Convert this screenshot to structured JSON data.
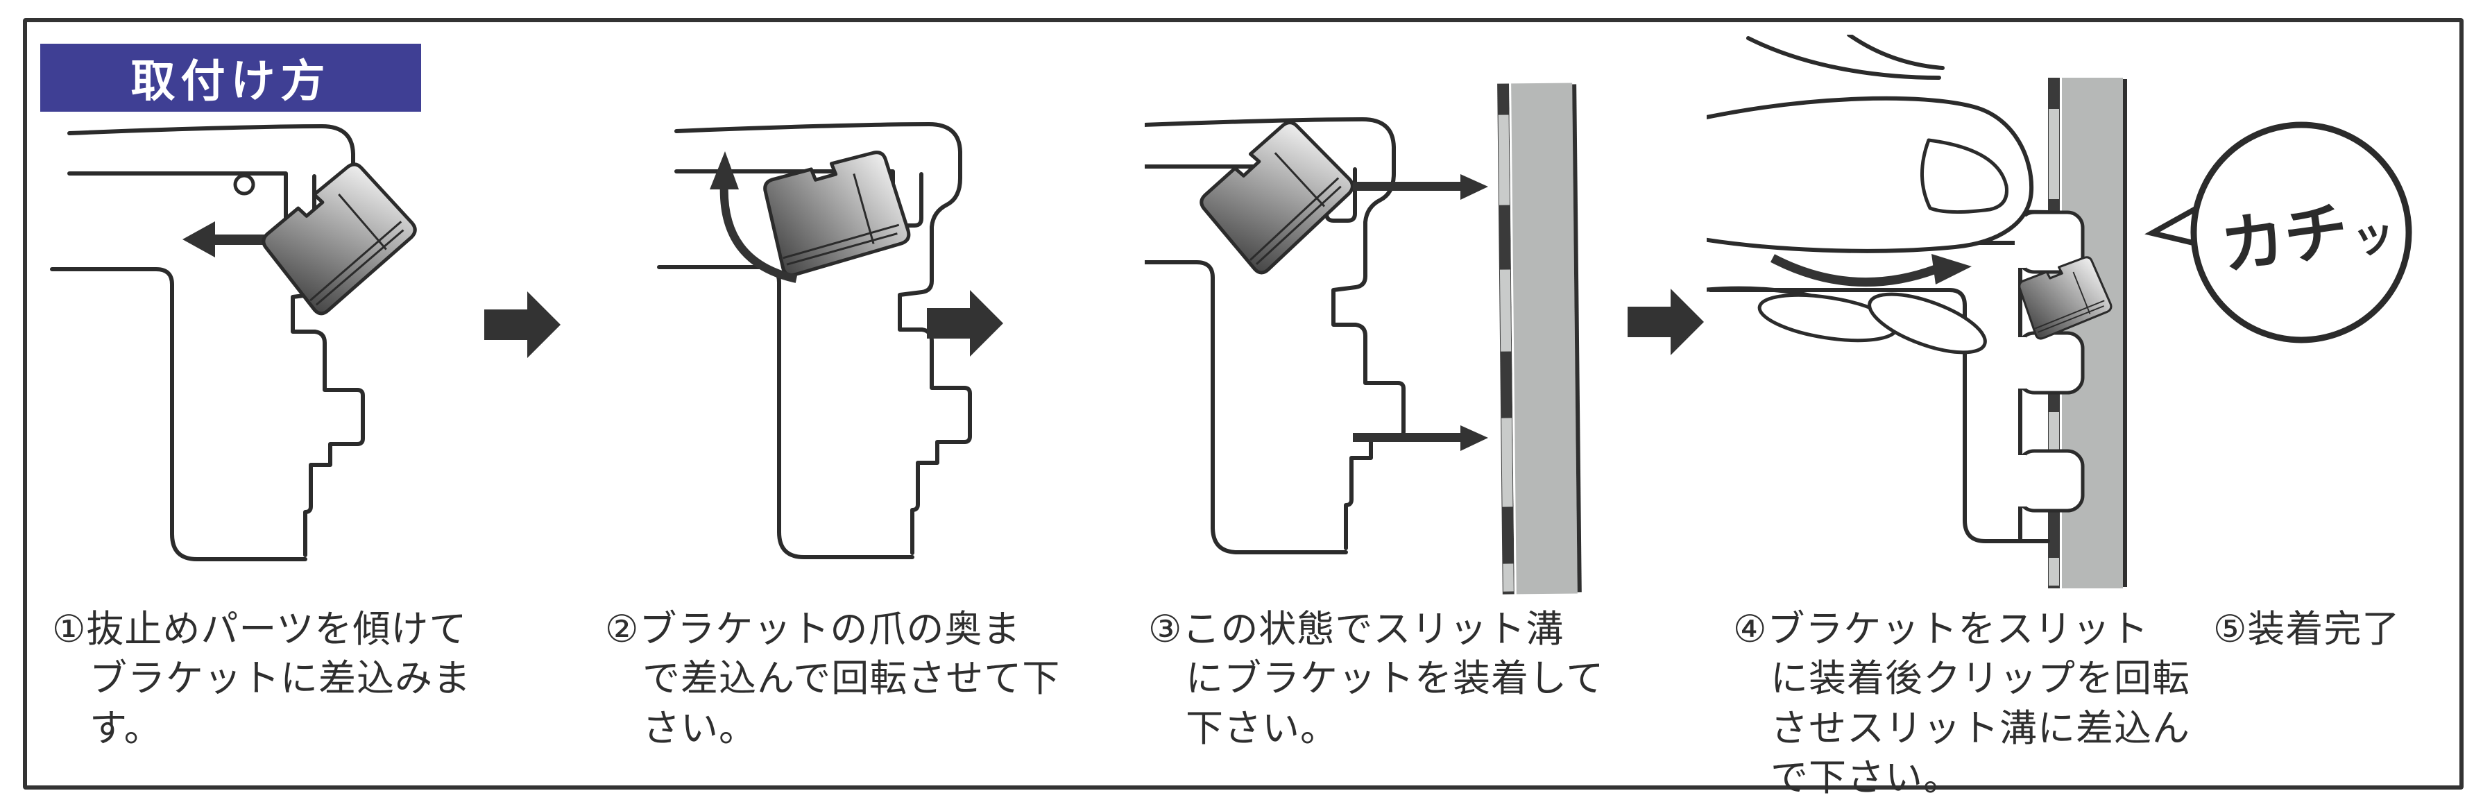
{
  "title": {
    "label": "取付け方"
  },
  "steps": [
    {
      "id": 1,
      "caption": "①抜止めパーツを傾けて\nブラケットに差込みま\nす。"
    },
    {
      "id": 2,
      "caption": "②ブラケットの爪の奥ま\nで差込んで回転させて下\nさい。"
    },
    {
      "id": 3,
      "caption": "③この状態でスリット溝\nにブラケットを装着して\n下さい。"
    },
    {
      "id": 4,
      "caption": "④ブラケットをスリット\nに装着後クリップを回転\nさせスリット溝に差込ん\nで下さい。"
    },
    {
      "id": 5,
      "caption": "⑤装着完了"
    }
  ],
  "bubble": {
    "text_main": "カチ",
    "text_small": "ッ",
    "full": "カチッ"
  },
  "icons": [
    "left-arrow-icon",
    "rotate-ccw-arrow-icon",
    "insert-arrow-icon",
    "step-next-arrow-icon",
    "rotate-cw-arrow-icon",
    "speech-bubble"
  ],
  "colors": {
    "banner_blue": "#3f3f94",
    "line_dark": "#2b2b2b",
    "arrow_dark": "#333333",
    "rail_panel_gray": "#b6b8b7",
    "rail_strip_dark": "#3a3a3a",
    "rail_slit_light": "#c9cbca",
    "clip_dark": "#3f3f3f",
    "clip_light": "#f2f2f2"
  }
}
